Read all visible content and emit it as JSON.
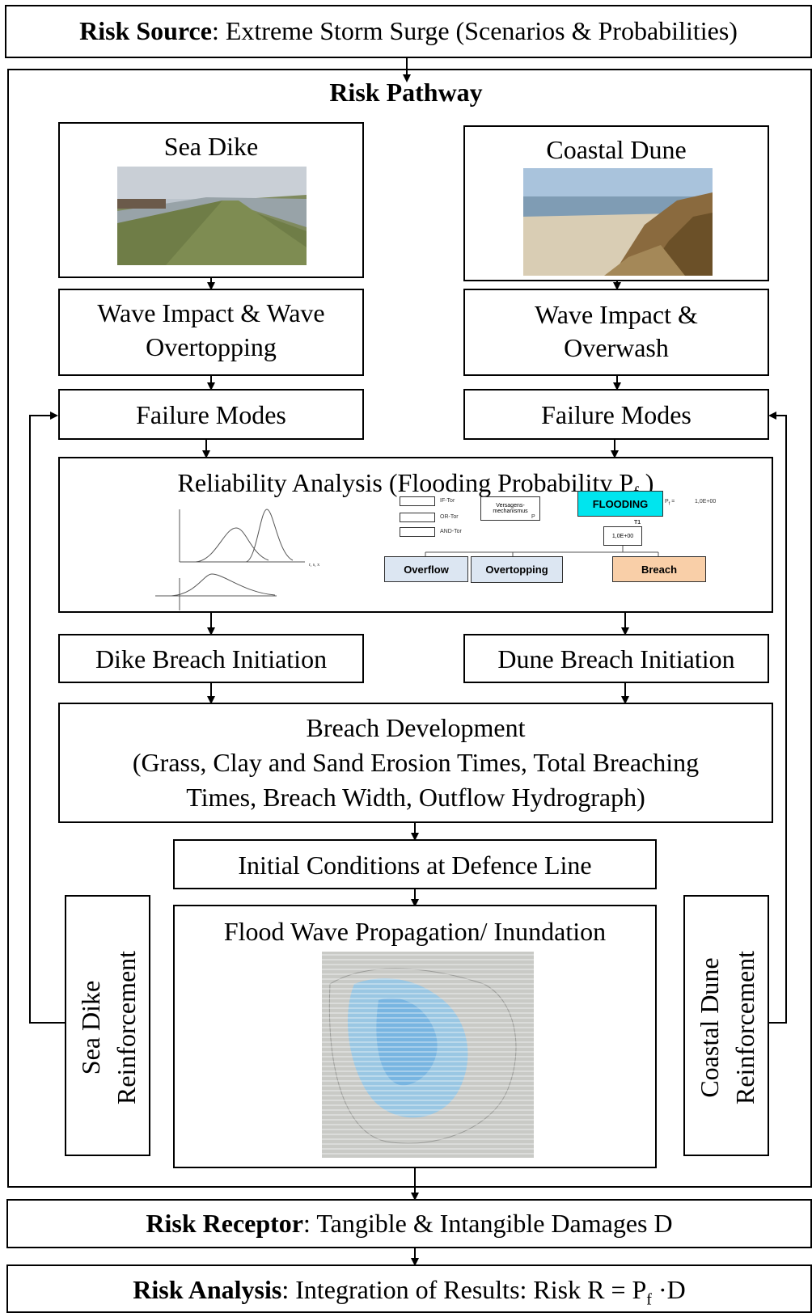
{
  "source": {
    "label": "Risk Source",
    "text": ": Extreme Storm Surge (Scenarios & Probabilities)"
  },
  "pathway": {
    "title": "Risk Pathway"
  },
  "dike": {
    "title": "Sea Dike",
    "impact": [
      "Wave Impact & Wave",
      "Overtopping"
    ],
    "failure": "Failure Modes",
    "breach": "Dike Breach Initiation",
    "reinforcement": [
      "Sea Dike",
      "Reinforcement"
    ]
  },
  "dune": {
    "title": "Coastal Dune",
    "impact": [
      "Wave Impact &",
      "Overwash"
    ],
    "failure": "Failure Modes",
    "breach": "Dune Breach Initiation",
    "reinforcement": [
      "Coastal Dune",
      "Reinforcement"
    ]
  },
  "reliability": {
    "title": "Reliability Analysis (Flooding Probability P",
    "sub": "f",
    "close": " )",
    "tree": {
      "top": "FLOODING",
      "children": [
        "Overflow",
        "Overtopping",
        "Breach"
      ],
      "legend": [
        "IF-Tor",
        "OR-Tor",
        "AND-Tor"
      ],
      "mech": "Versagens-\nmechanismus",
      "p_label": "P",
      "gate_label": "T1",
      "gate_value": "1,0E+00",
      "right_value": "1,0E+00"
    }
  },
  "breach_dev": {
    "lines": [
      "Breach Development",
      "(Grass, Clay and Sand Erosion Times, Total Breaching",
      "Times, Breach Width, Outflow Hydrograph)"
    ]
  },
  "initial": "Initial Conditions at Defence Line",
  "flood": {
    "title": "Flood Wave Propagation/ Inundation"
  },
  "receptor": {
    "label": "Risk Receptor",
    "text": ": Tangible & Intangible Damages D"
  },
  "analysis": {
    "label": "Risk Analysis",
    "text": ": Integration of Results: Risk R = P",
    "sub": "f",
    "tail": " ·D"
  },
  "colors": {
    "flooding": "#00e5ee",
    "overflow": "#dce6f2",
    "breach": "#f9cfa8",
    "water": "#8fc6ea"
  }
}
